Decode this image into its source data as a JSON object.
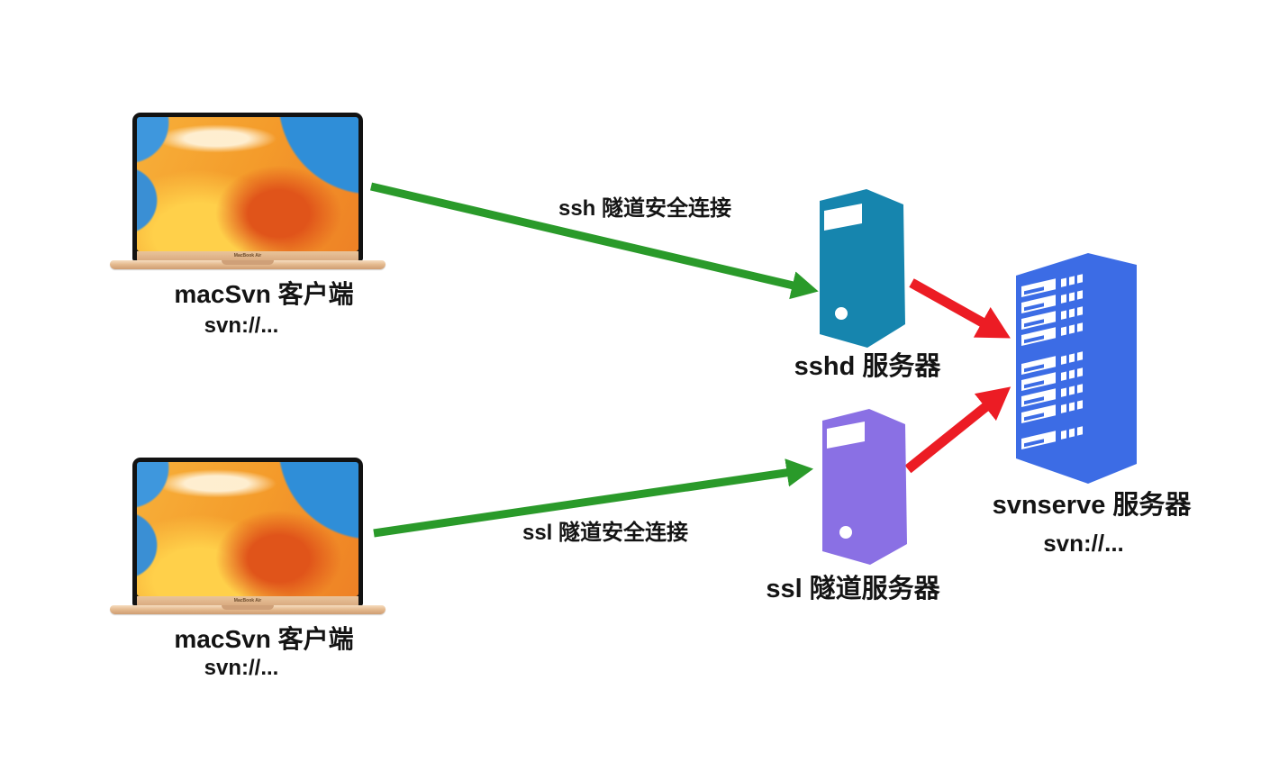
{
  "diagram": {
    "clients": [
      {
        "title": "macSvn 客户端",
        "url": "svn://...",
        "device": "MacBook Air"
      },
      {
        "title": "macSvn 客户端",
        "url": "svn://...",
        "device": "MacBook Air"
      }
    ],
    "connections": [
      {
        "label": "ssh 隧道安全连接"
      },
      {
        "label": "ssl 隧道安全连接"
      }
    ],
    "servers": {
      "sshd": {
        "label": "sshd 服务器",
        "color": "#1685ae"
      },
      "ssl": {
        "label": "ssl 隧道服务器",
        "color": "#8a70e4"
      },
      "svnserve": {
        "label": "svnserve 服务器",
        "url": "svn://...",
        "color": "#3c6ce5"
      }
    },
    "colors": {
      "tunnel_arrow_green": "#2a9a2a",
      "forward_arrow_red": "#ec1c24",
      "text": "#141414",
      "background": "#ffffff"
    }
  }
}
